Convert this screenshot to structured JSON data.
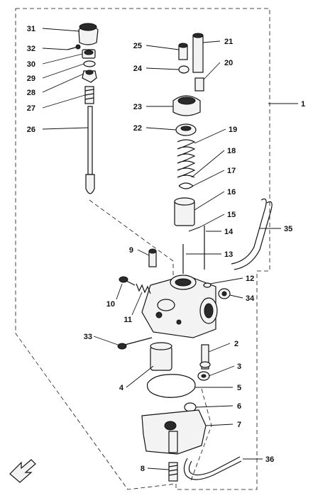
{
  "callouts": {
    "c1": "1",
    "c2": "2",
    "c3": "3",
    "c4": "4",
    "c5": "5",
    "c6": "6",
    "c7": "7",
    "c8": "8",
    "c9": "9",
    "c10": "10",
    "c11": "11",
    "c12": "12",
    "c13": "13",
    "c14": "14",
    "c15": "15",
    "c16": "16",
    "c17": "17",
    "c18": "18",
    "c19": "19",
    "c20": "20",
    "c21": "21",
    "c22": "22",
    "c23": "23",
    "c24": "24",
    "c25": "25",
    "c26": "26",
    "c27": "27",
    "c28": "28",
    "c29": "29",
    "c30": "30",
    "c31": "31",
    "c32": "32",
    "c33": "33",
    "c34": "34",
    "c35": "35",
    "c36": "36"
  },
  "icons": {
    "front_arrow": "front-direction-arrow-icon"
  },
  "colors": {
    "ink": "#111111",
    "paper": "#ffffff"
  }
}
